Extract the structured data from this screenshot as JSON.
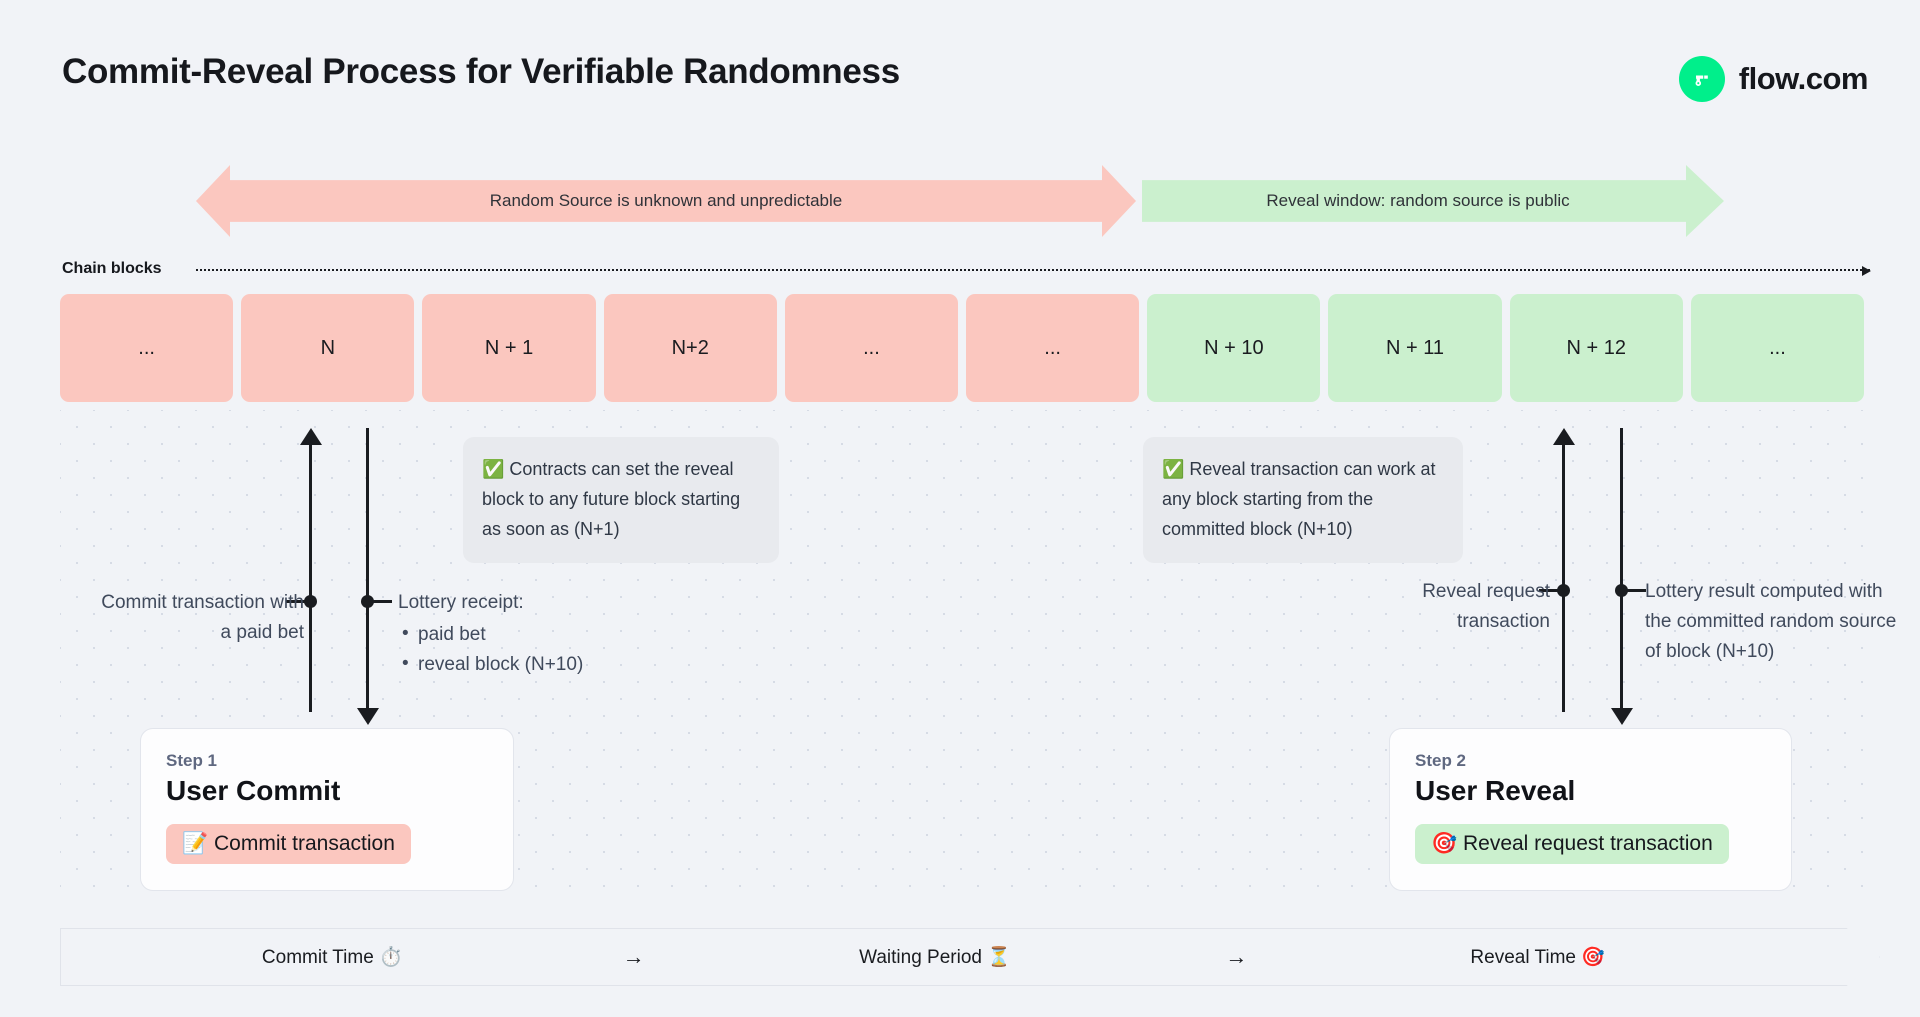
{
  "header": {
    "title": "Commit-Reveal Process for Verifiable Randomness",
    "brand_name": "flow.com",
    "brand_color": "#00ef8b"
  },
  "phases": {
    "unknown_label": "Random Source is unknown and unpredictable",
    "reveal_label": "Reveal window: random source is public",
    "unknown_color": "#fbc7bf",
    "reveal_color": "#cbf0ce"
  },
  "chain": {
    "label": "Chain blocks",
    "blocks": [
      {
        "label": "...",
        "state": "pink"
      },
      {
        "label": "N",
        "state": "pink"
      },
      {
        "label": "N + 1",
        "state": "pink"
      },
      {
        "label": "N+2",
        "state": "pink"
      },
      {
        "label": "...",
        "state": "pink"
      },
      {
        "label": "...",
        "state": "pink"
      },
      {
        "label": "N + 10",
        "state": "green"
      },
      {
        "label": "N + 11",
        "state": "green"
      },
      {
        "label": "N + 12",
        "state": "green"
      },
      {
        "label": "...",
        "state": "green"
      }
    ]
  },
  "callouts": {
    "commit": "✅ Contracts can set the reveal block to any future block starting as soon as (N+1)",
    "reveal": "✅ Reveal transaction can work at any block starting from the committed block (N+10)"
  },
  "annotations": {
    "commit_tx": "Commit transaction with a paid bet",
    "receipt_title": "Lottery receipt:",
    "receipt_items": [
      "paid bet",
      "reveal block (N+10)"
    ],
    "reveal_request": "Reveal request transaction",
    "lottery_result": "Lottery result computed with the committed random source of block (N+10)"
  },
  "steps": [
    {
      "eyebrow": "Step 1",
      "title": "User Commit",
      "chip": "📝 Commit transaction",
      "chip_color": "#fbc7bf"
    },
    {
      "eyebrow": "Step 2",
      "title": "User Reveal",
      "chip": "🎯 Reveal request transaction",
      "chip_color": "#cbf0ce"
    }
  ],
  "bottom_strip": {
    "segments": [
      "Commit Time ⏱️",
      "Waiting Period ⏳",
      "Reveal Time 🎯"
    ],
    "separator": "→"
  }
}
